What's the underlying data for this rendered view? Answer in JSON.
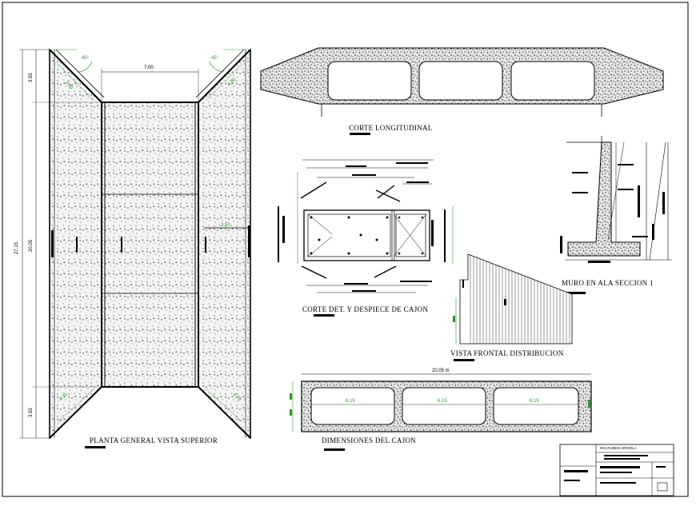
{
  "drawing": {
    "views": {
      "plan": {
        "title": "PLANTA GENERAL VISTA SUPERIOR"
      },
      "longitudinal": {
        "title": "CORTE LONGITUDINAL"
      },
      "box_detail": {
        "title": "CORTE DET. Y DESPIECE DE CAJON"
      },
      "wing_wall": {
        "title": "MURO EN ALA  SECCION 1"
      },
      "front": {
        "title": "VISTA FRONTAL DISTRIBUCION"
      },
      "box_dims": {
        "title": "DIMENSIONES DEL CAJON"
      }
    },
    "plan_dims": {
      "top_width": "7.00",
      "overall_length": "27.15",
      "inner_length": "20.05",
      "end_left_top": "3.55",
      "end_left_bottom": "3.55",
      "angle_left": "45°",
      "angle_right": "45°",
      "wing_top_left": "4.90",
      "wing_top_right": "4.90",
      "side_mark": "3.50",
      "wing_bottom_left": "4.70",
      "wing_bottom_right": "4.70"
    },
    "box_dims": {
      "overall": "20.05 m",
      "cells": [
        "6.15",
        "6.15",
        "6.15"
      ]
    },
    "title_block": {
      "engineer": "ING.RUBEN ARRIOLA"
    },
    "colors": {
      "line": "#000000",
      "dim_green": "#2a9a2a",
      "concrete_fill": "#f3f3f3"
    }
  }
}
